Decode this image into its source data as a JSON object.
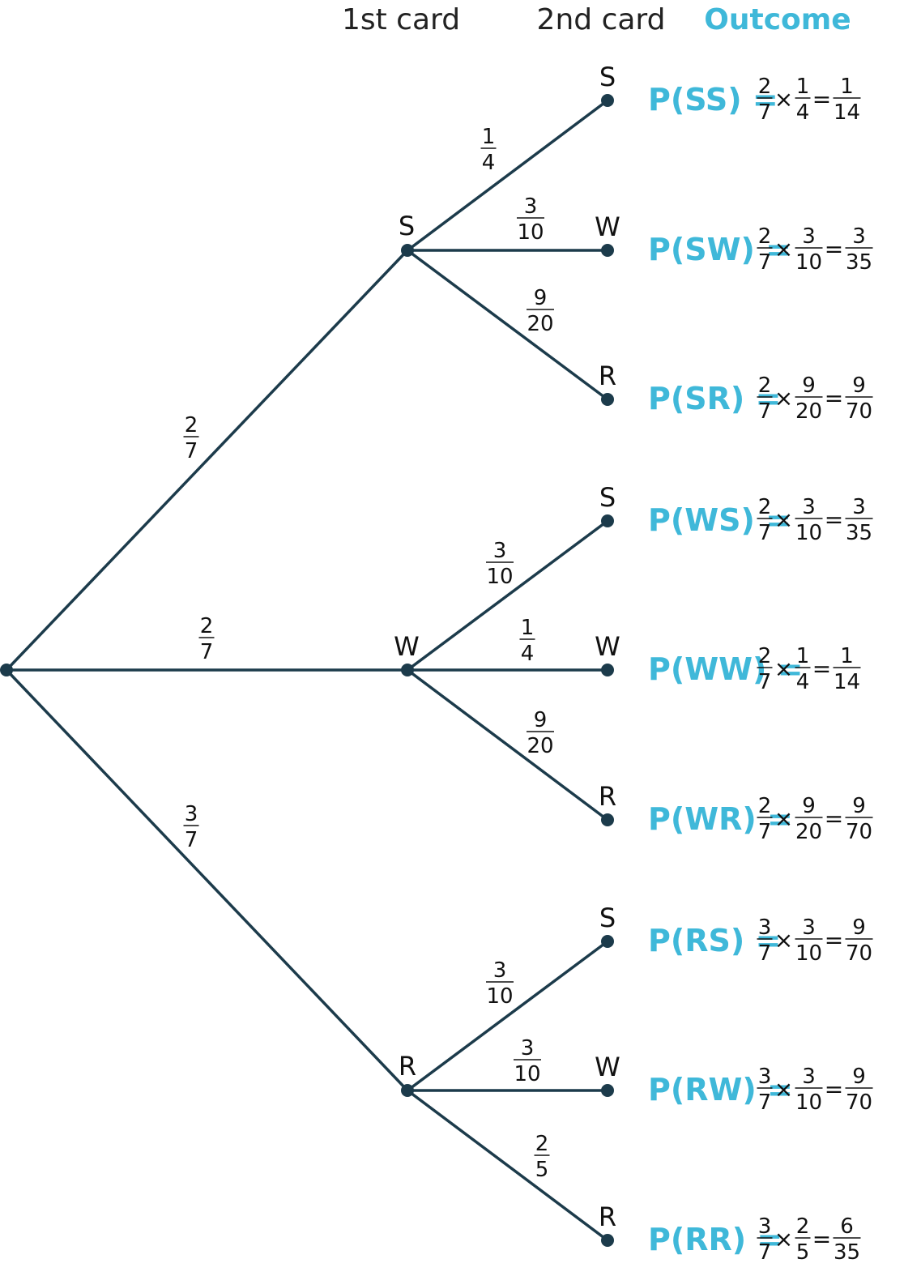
{
  "headers": {
    "first": "1st card",
    "second": "2nd card",
    "outcome": "Outcome"
  },
  "colors": {
    "line": "#1c3b4b",
    "accent": "#3fb8d9",
    "text": "#111111"
  },
  "first_branches": [
    {
      "label": "S",
      "prob": [
        "2",
        "7"
      ],
      "children": [
        {
          "label": "S",
          "prob": [
            "1",
            "4"
          ],
          "outcome": {
            "name": "P(SS) =",
            "a": [
              "2",
              "7"
            ],
            "b": [
              "1",
              "4"
            ],
            "r": [
              "1",
              "14"
            ]
          }
        },
        {
          "label": "W",
          "prob": [
            "3",
            "10"
          ],
          "outcome": {
            "name": "P(SW) =",
            "a": [
              "2",
              "7"
            ],
            "b": [
              "3",
              "10"
            ],
            "r": [
              "3",
              "35"
            ]
          }
        },
        {
          "label": "R",
          "prob": [
            "9",
            "20"
          ],
          "outcome": {
            "name": "P(SR) =",
            "a": [
              "2",
              "7"
            ],
            "b": [
              "9",
              "20"
            ],
            "r": [
              "9",
              "70"
            ]
          }
        }
      ]
    },
    {
      "label": "W",
      "prob": [
        "2",
        "7"
      ],
      "children": [
        {
          "label": "S",
          "prob": [
            "3",
            "10"
          ],
          "outcome": {
            "name": "P(WS) =",
            "a": [
              "2",
              "7"
            ],
            "b": [
              "3",
              "10"
            ],
            "r": [
              "3",
              "35"
            ]
          }
        },
        {
          "label": "W",
          "prob": [
            "1",
            "4"
          ],
          "outcome": {
            "name": "P(WW) =",
            "a": [
              "2",
              "7"
            ],
            "b": [
              "1",
              "4"
            ],
            "r": [
              "1",
              "14"
            ]
          }
        },
        {
          "label": "R",
          "prob": [
            "9",
            "20"
          ],
          "outcome": {
            "name": "P(WR) =",
            "a": [
              "2",
              "7"
            ],
            "b": [
              "9",
              "20"
            ],
            "r": [
              "9",
              "70"
            ]
          }
        }
      ]
    },
    {
      "label": "R",
      "prob": [
        "3",
        "7"
      ],
      "children": [
        {
          "label": "S",
          "prob": [
            "3",
            "10"
          ],
          "outcome": {
            "name": "P(RS) =",
            "a": [
              "3",
              "7"
            ],
            "b": [
              "3",
              "10"
            ],
            "r": [
              "9",
              "70"
            ]
          }
        },
        {
          "label": "W",
          "prob": [
            "3",
            "10"
          ],
          "outcome": {
            "name": "P(RW) =",
            "a": [
              "3",
              "7"
            ],
            "b": [
              "3",
              "10"
            ],
            "r": [
              "9",
              "70"
            ]
          }
        },
        {
          "label": "R",
          "prob": [
            "2",
            "5"
          ],
          "outcome": {
            "name": "P(RR) =",
            "a": [
              "3",
              "7"
            ],
            "b": [
              "2",
              "5"
            ],
            "r": [
              "6",
              "35"
            ]
          }
        }
      ]
    }
  ]
}
